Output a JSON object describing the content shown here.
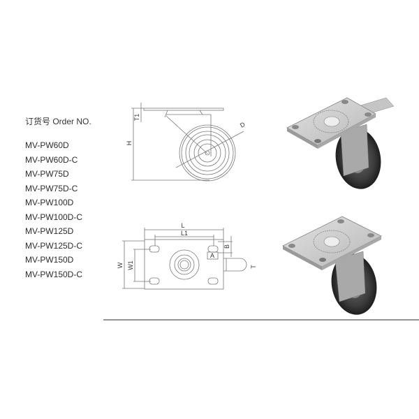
{
  "order_list": {
    "title": "订货号 Order NO.",
    "items": [
      "MV-PW60D",
      "MV-PW60D-C",
      "MV-PW75D",
      "MV-PW75D-C",
      "MV-PW100D",
      "MV-PW100D-C",
      "MV-PW125D",
      "MV-PW125D-C",
      "MV-PW150D",
      "MV-PW150D-C"
    ]
  },
  "side_view": {
    "labels": {
      "height": "H",
      "plate_thickness": "T1",
      "diameter": "D"
    }
  },
  "top_view": {
    "labels": {
      "length": "L",
      "hole_spacing_length": "L1",
      "width": "W",
      "hole_spacing_width": "W1",
      "slot_a": "A",
      "slot_b": "B",
      "brake": "T"
    }
  },
  "product_images": [
    {
      "name": "swivel-caster-with-brake",
      "plate_color": "#c9c9c9",
      "wheel_color": "#3a3a3a"
    },
    {
      "name": "swivel-caster",
      "plate_color": "#c9c9c9",
      "wheel_color": "#3a3a3a"
    }
  ],
  "colors": {
    "line": "#777777",
    "divider": "#555555"
  }
}
